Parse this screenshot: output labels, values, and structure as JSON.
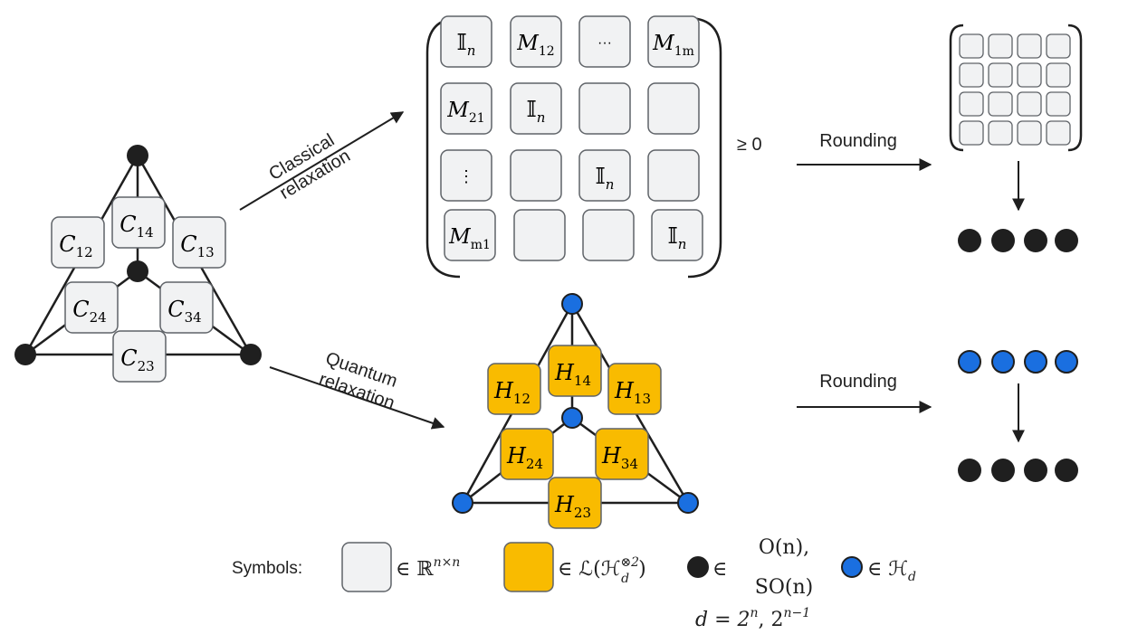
{
  "labels": {
    "classical_1": "Classical",
    "classical_2": "relaxation",
    "quantum_1": "Quantum",
    "quantum_2": "relaxation",
    "rounding_top": "Rounding",
    "rounding_bottom": "Rounding",
    "psd": "≥ 0",
    "symbols": "Symbols:"
  },
  "classical_graph": {
    "boxes": {
      "c12": {
        "base": "C",
        "sub": "12"
      },
      "c14": {
        "base": "C",
        "sub": "14"
      },
      "c13": {
        "base": "C",
        "sub": "13"
      },
      "c24": {
        "base": "C",
        "sub": "24"
      },
      "c34": {
        "base": "C",
        "sub": "34"
      },
      "c23": {
        "base": "C",
        "sub": "23"
      }
    }
  },
  "quantum_graph": {
    "boxes": {
      "h12": {
        "base": "H",
        "sub": "12"
      },
      "h14": {
        "base": "H",
        "sub": "14"
      },
      "h13": {
        "base": "H",
        "sub": "13"
      },
      "h24": {
        "base": "H",
        "sub": "24"
      },
      "h34": {
        "base": "H",
        "sub": "34"
      },
      "h23": {
        "base": "H",
        "sub": "23"
      }
    }
  },
  "matrix": {
    "identity_base": "𝕀",
    "identity_sub": "n",
    "m12": {
      "base": "M",
      "sub": "12"
    },
    "m1m": {
      "base": "M",
      "sub": "1m"
    },
    "m21": {
      "base": "M",
      "sub": "21"
    },
    "mm1": {
      "base": "M",
      "sub": "m1"
    },
    "hdots": "···",
    "vdots": "⋮"
  },
  "legend": {
    "real_in": "∈ ℝ",
    "real_sup": "n×n",
    "lin_in": "∈ ℒ(ℋ",
    "lin_sub": "d",
    "lin_sup": "⊗2",
    "lin_close": ")",
    "black_in": "∈",
    "black_o": "O(n),",
    "black_so": "SO(n)",
    "blue_in": "∈ ℋ",
    "blue_sub": "d",
    "d_eq": "d = 2",
    "d_sup1": "n",
    "d_comma": ", 2",
    "d_sup2": "n−1"
  },
  "colors": {
    "gray_box": "#f1f2f3",
    "gold_box": "#f9bb00",
    "black_node": "#1f1f1f",
    "blue_node": "#1a6fe0"
  }
}
